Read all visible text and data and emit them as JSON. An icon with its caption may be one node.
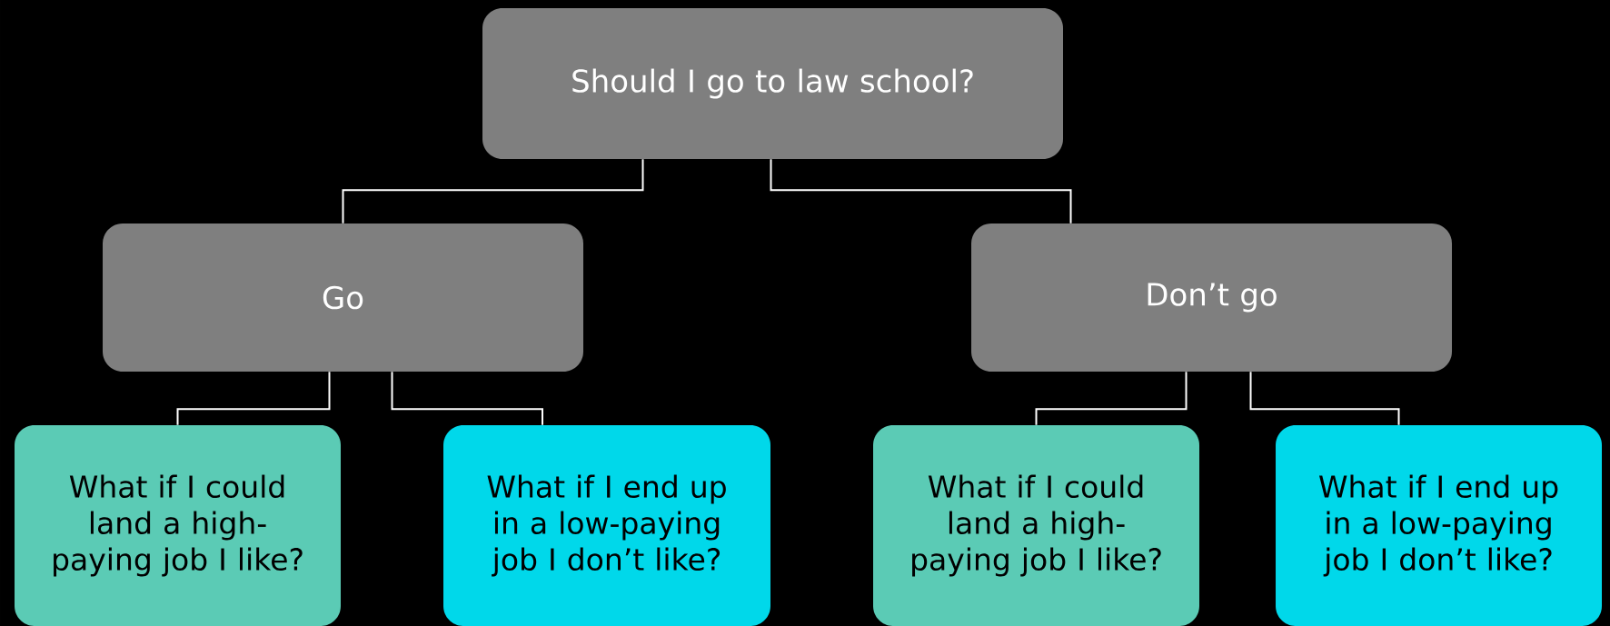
{
  "diagram": {
    "nodes": [
      {
        "text": [
          "Should I go to law school?"
        ]
      },
      {
        "text": [
          "Go"
        ]
      },
      {
        "text": [
          "Don’t go"
        ]
      },
      {
        "text": [
          "What if I could land a high-paying job I like?"
        ]
      },
      {
        "text": [
          "What if I end up in a low-paying job I don’t like?"
        ]
      },
      {
        "text": [
          "What if I could land a high-paying job I like?"
        ]
      },
      {
        "text": [
          "What if I end up in a low-paying job I don’t like?"
        ]
      }
    ],
    "edges": [
      {
        "from": 0,
        "to": 1,
        "arrow": "none"
      },
      {
        "from": 0,
        "to": 2,
        "arrow": "none"
      },
      {
        "from": 1,
        "to": 3,
        "arrow": "none"
      },
      {
        "from": 1,
        "to": 4,
        "arrow": "none"
      },
      {
        "from": 2,
        "to": 5,
        "arrow": "none"
      },
      {
        "from": 2,
        "to": 6,
        "arrow": "none"
      }
    ]
  }
}
